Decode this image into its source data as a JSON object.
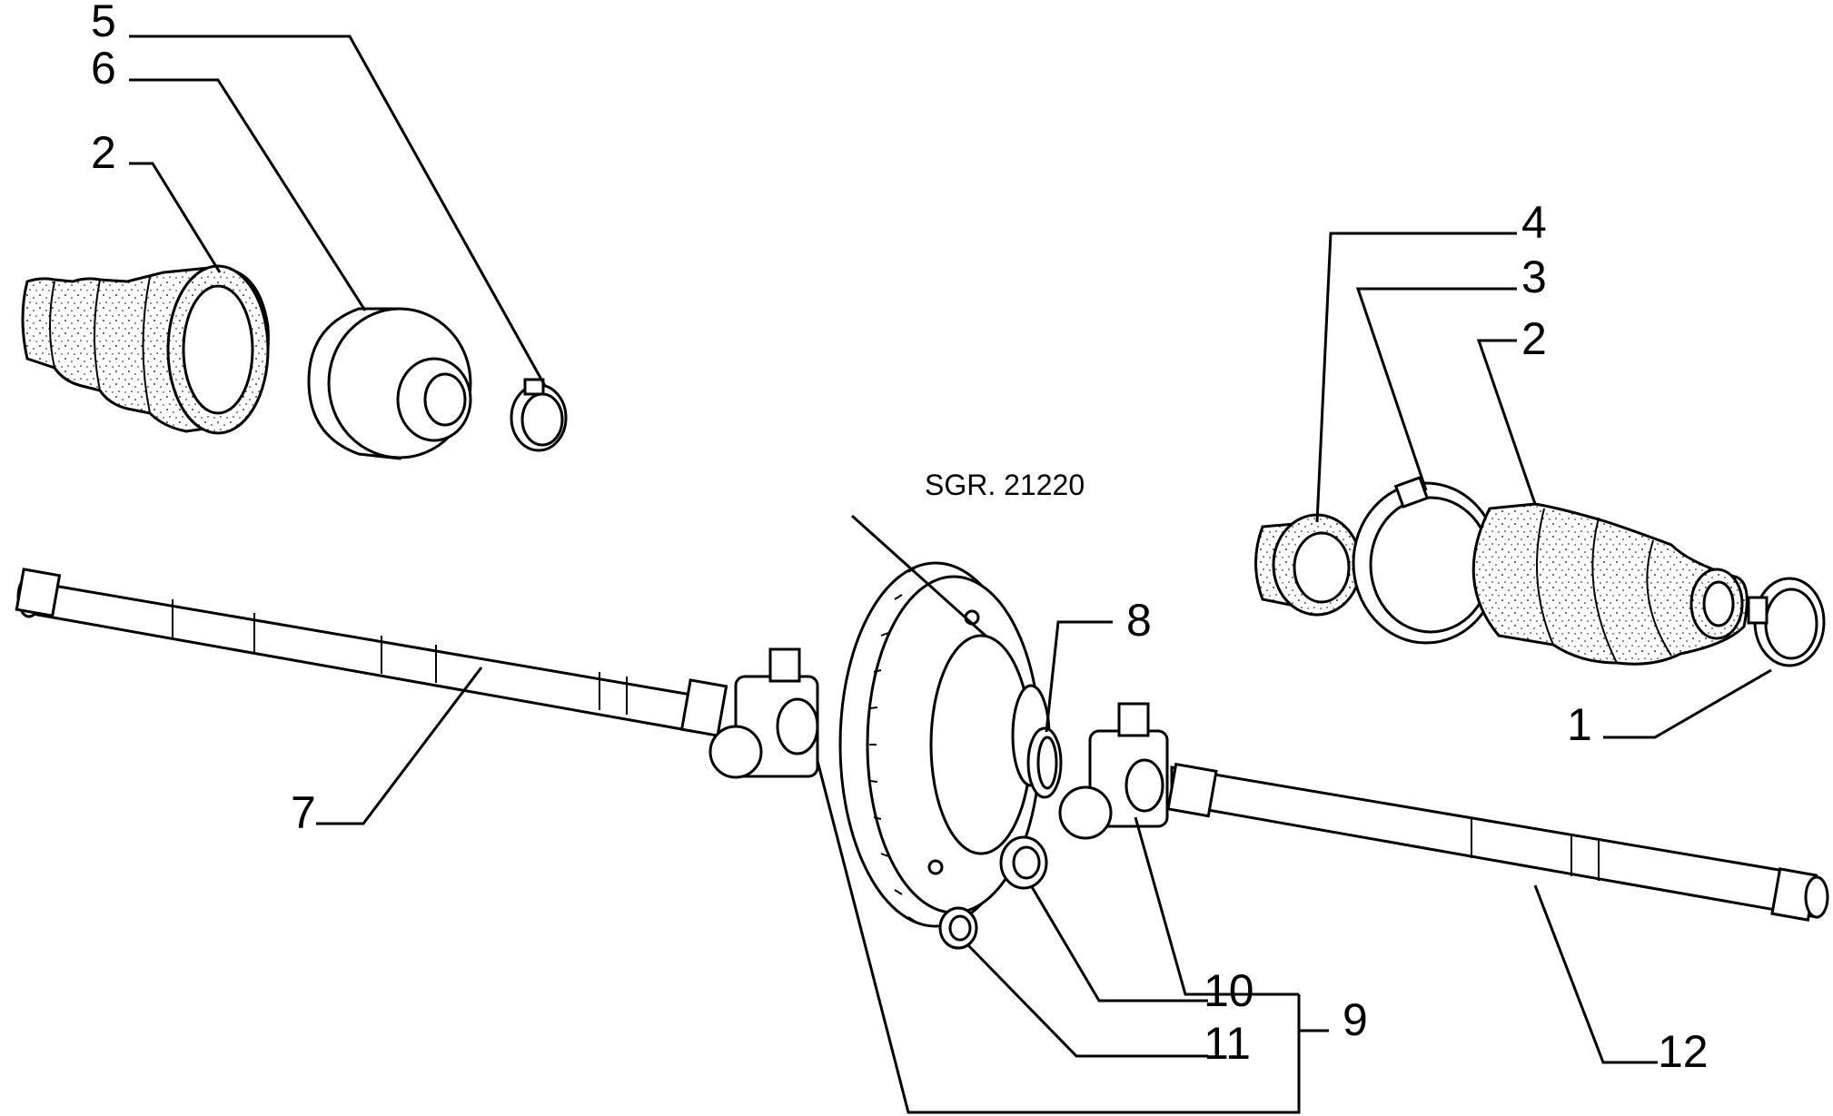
{
  "diagram": {
    "reference": "SGR. 21220",
    "callouts": {
      "c5": "5",
      "c6": "6",
      "c2_left": "2",
      "c4": "4",
      "c3": "3",
      "c2_right": "2",
      "c1": "1",
      "c8": "8",
      "c7": "7",
      "c10": "10",
      "c11": "11",
      "c9": "9",
      "c12": "12"
    }
  }
}
